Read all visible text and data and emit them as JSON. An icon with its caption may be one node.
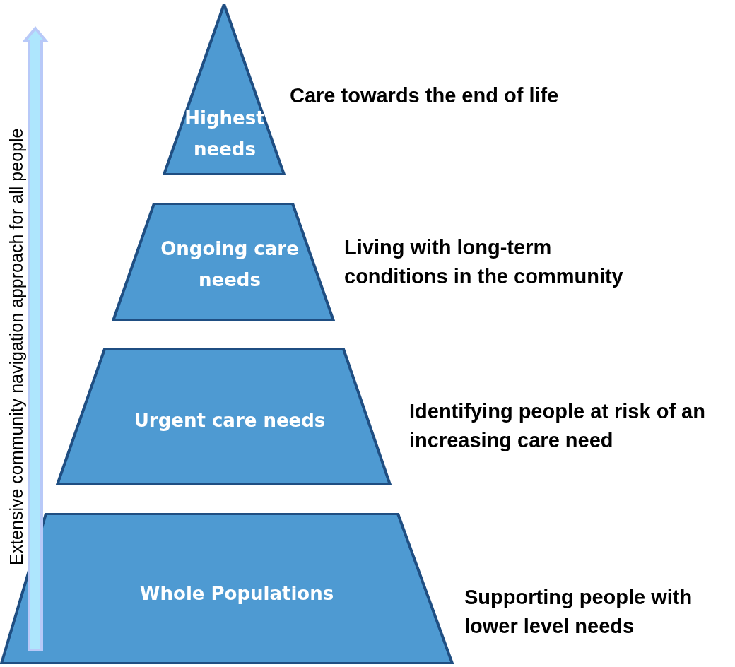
{
  "diagram": {
    "nodes": [
      {
        "text": [
          "Highest needs"
        ],
        "beside": [
          "Care towards the end of life"
        ]
      },
      {
        "text": [
          "Ongoing care needs"
        ],
        "beside": [
          "Living with long-term conditions in the community"
        ]
      },
      {
        "text": [
          "Urgent care needs"
        ],
        "beside": [
          "Identifying people at risk of an increasing care need"
        ]
      },
      {
        "text": [
          "Whole Populations"
        ],
        "beside": [
          "Supporting people with lower level needs"
        ]
      }
    ],
    "labels": [
      "Extensive community navigation approach for all people"
    ]
  }
}
